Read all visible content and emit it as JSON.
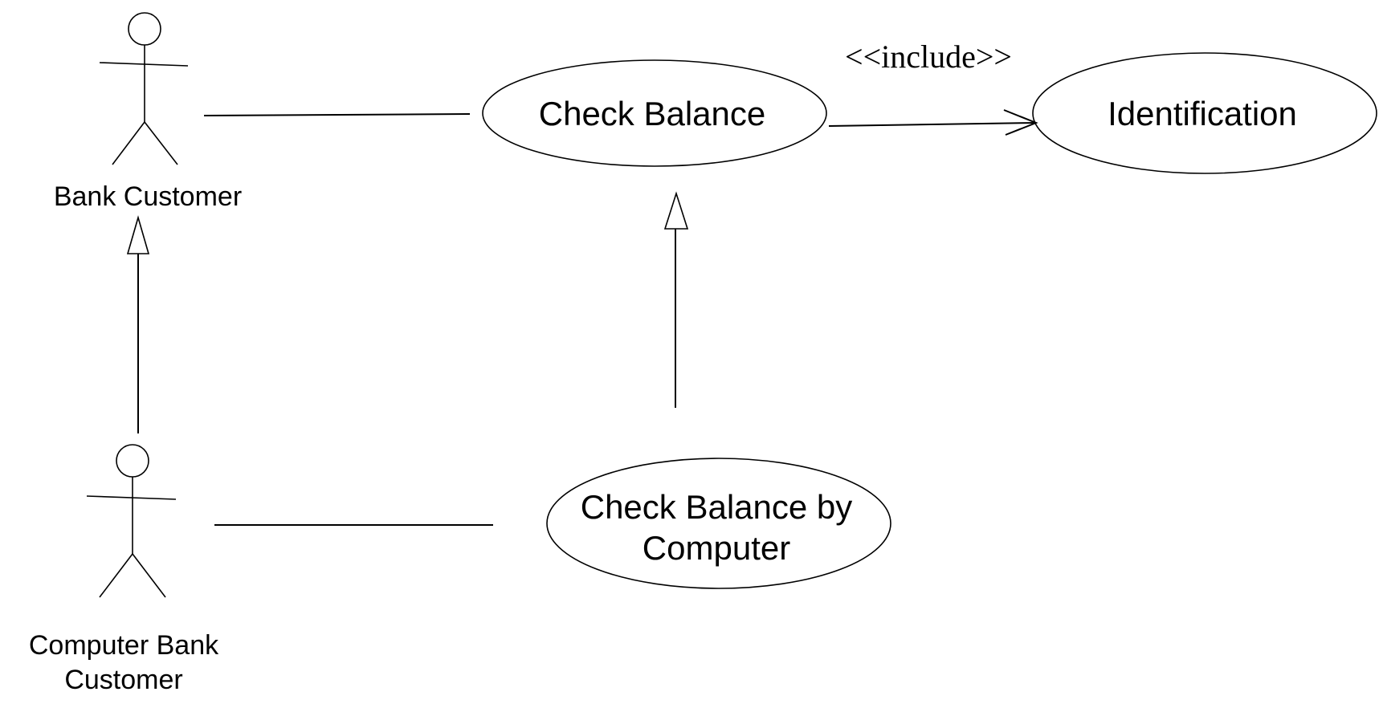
{
  "diagram": {
    "type": "UML use case diagram",
    "actors": [
      {
        "id": "bank-customer",
        "label": "Bank Customer"
      },
      {
        "id": "computer-bank-customer",
        "label_lines": [
          "Computer Bank",
          "Customer"
        ]
      }
    ],
    "use_cases": [
      {
        "id": "check-balance",
        "label": "Check Balance"
      },
      {
        "id": "identification",
        "label": "Identification"
      },
      {
        "id": "check-balance-by-computer",
        "label_lines": [
          "Check Balance by",
          "Computer"
        ]
      }
    ],
    "relationships": [
      {
        "from": "bank-customer",
        "to": "check-balance",
        "kind": "association"
      },
      {
        "from": "computer-bank-customer",
        "to": "check-balance-by-computer",
        "kind": "association"
      },
      {
        "from": "computer-bank-customer",
        "to": "bank-customer",
        "kind": "generalization"
      },
      {
        "from": "check-balance-by-computer",
        "to": "check-balance",
        "kind": "generalization"
      },
      {
        "from": "check-balance",
        "to": "identification",
        "kind": "include",
        "label": "<<include>>"
      }
    ]
  }
}
